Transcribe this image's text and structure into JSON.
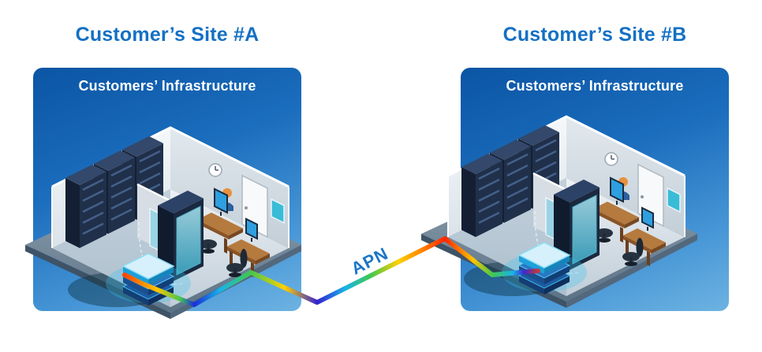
{
  "page": {
    "background": "#ffffff"
  },
  "sites": [
    {
      "title": "Customer’s Site #A",
      "box_label": "Customers’ Infrastructure"
    },
    {
      "title": "Customer’s Site #B",
      "box_label": "Customers’ Infrastructure"
    }
  ],
  "connection": {
    "label": "APN",
    "label_color": "#1b76c8",
    "link_style": "rainbow-gradient-zigzag",
    "link_colors": [
      "#ff4400",
      "#ffc400",
      "#49c84e",
      "#18b4e8",
      "#3322d0",
      "#ff2500"
    ]
  },
  "colors": {
    "title_blue": "#1470c4",
    "box_gradient_top": "#0b55a4",
    "box_gradient_bottom": "#6db3e2"
  },
  "illustration": {
    "name": "isometric-office-with-server-room",
    "components": [
      "server-rack-icon",
      "network-switch-icon",
      "office-desk-icon",
      "office-chair-icon",
      "monitor-icon",
      "door-icon",
      "clock-icon",
      "wall-display-icon",
      "person-figure",
      "divider-wall",
      "floor-platform"
    ]
  }
}
